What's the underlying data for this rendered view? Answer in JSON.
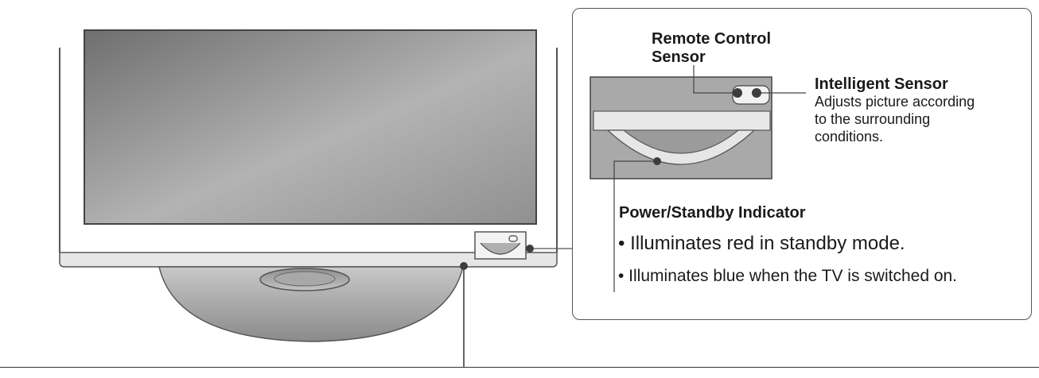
{
  "labels": {
    "remote_sensor": [
      "Remote Control",
      "Sensor"
    ],
    "intelligent_sensor_title": "Intelligent Sensor",
    "intelligent_sensor_desc": [
      "Adjusts picture according",
      "to the surrounding",
      "conditions."
    ],
    "power_indicator_title": "Power/Standby Indicator",
    "bullets": [
      "• Illuminates red in standby mode.",
      "• Illuminates blue when the TV is switched on."
    ]
  },
  "colors": {
    "screen_dark": "#7a7a7a",
    "screen_light": "#c4c4c4",
    "stand": "#9a9a9a",
    "panel_gray": "#a9a9a9",
    "sensor_dot": "#3d3d3d",
    "line": "#444444"
  }
}
